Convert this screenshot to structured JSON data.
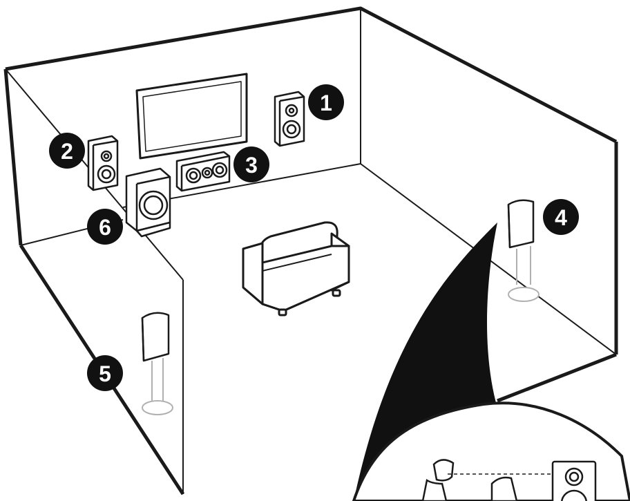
{
  "callouts": [
    {
      "number": "1",
      "item": "front-right-speaker"
    },
    {
      "number": "2",
      "item": "front-left-speaker"
    },
    {
      "number": "3",
      "item": "center-speaker"
    },
    {
      "number": "4",
      "item": "surround-right-speaker"
    },
    {
      "number": "5",
      "item": "surround-left-speaker"
    },
    {
      "number": "6",
      "item": "subwoofer"
    }
  ],
  "colors": {
    "line": "#1a1a1a",
    "badge": "#111111",
    "badge_text": "#ffffff",
    "paper": "#ffffff",
    "grey_line": "#b0b0b0"
  }
}
